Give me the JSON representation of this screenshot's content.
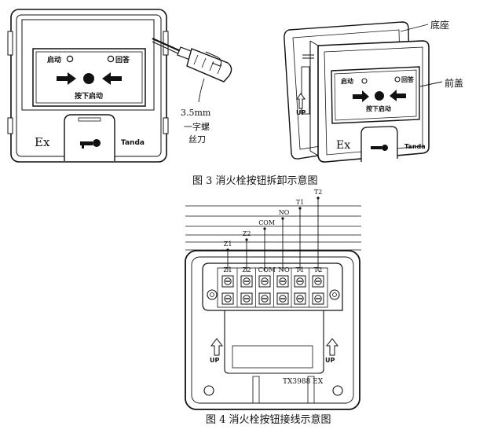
{
  "fig3": {
    "caption": "图 3  消火栓按钮拆卸示意图",
    "front": {
      "start_label": "启动",
      "reply_label": "回答",
      "press_label": "按下启动",
      "ex_label": "Ex",
      "brand": "Tanda"
    },
    "screwdriver_label_1": "3.5mm",
    "screwdriver_label_2": "一字螺",
    "screwdriver_label_3": "丝刀",
    "base_label": "底座",
    "cover_label": "前盖",
    "up_label": "UP",
    "iso_front": {
      "start_label": "启动",
      "reply_label": "回答",
      "press_label": "按下启动",
      "ex_label": "Ex",
      "brand": "Tanda"
    }
  },
  "fig4": {
    "caption": "图 4  消火栓按钮接线示意图",
    "wires": [
      "Z1",
      "Z2",
      "COM",
      "NO",
      "T1",
      "T2"
    ],
    "terminals": [
      "Z1",
      "Z2",
      "COM",
      "NO",
      "T1",
      "T2"
    ],
    "up_left": "UP",
    "up_right": "UP",
    "model": "TX3988 EX"
  }
}
